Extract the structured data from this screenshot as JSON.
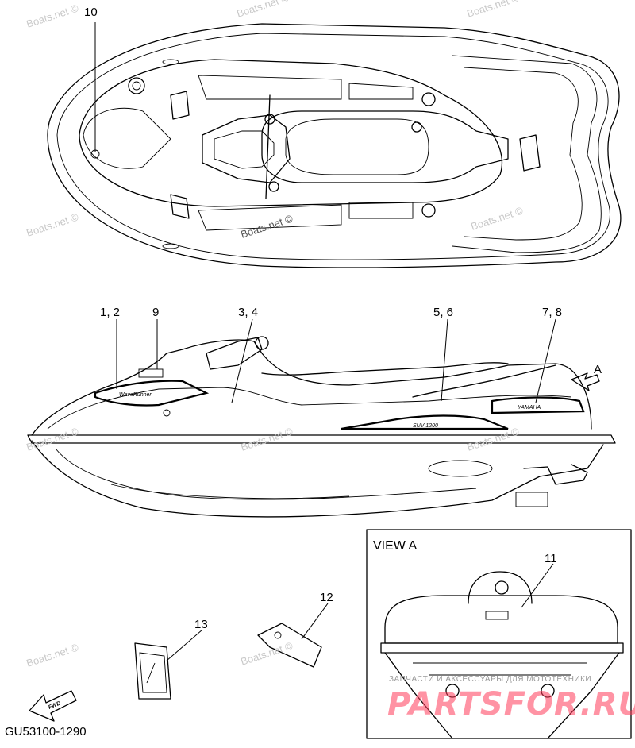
{
  "watermark": "Boats.net ©",
  "callouts": {
    "c10": "10",
    "c12": "1, 2",
    "c9": "9",
    "c34": "3, 4",
    "c56": "5, 6",
    "c78": "7, 8",
    "cA": "A",
    "c11": "11",
    "c12b": "12",
    "c13": "13"
  },
  "view_label": "VIEW A",
  "fwd_label": "FWD",
  "diagram_code": "GU53100-1290",
  "brand_watermark": {
    "tagline": "ЗАПЧАСТИ И АКСЕССУАРЫ ДЛЯ МОТОТЕХНИКИ",
    "logo": "PARTSFOR.RU"
  },
  "decal_text": {
    "wave": "WaveRunner",
    "yamaha": "YAMAHA",
    "model": "SUV 1200"
  }
}
